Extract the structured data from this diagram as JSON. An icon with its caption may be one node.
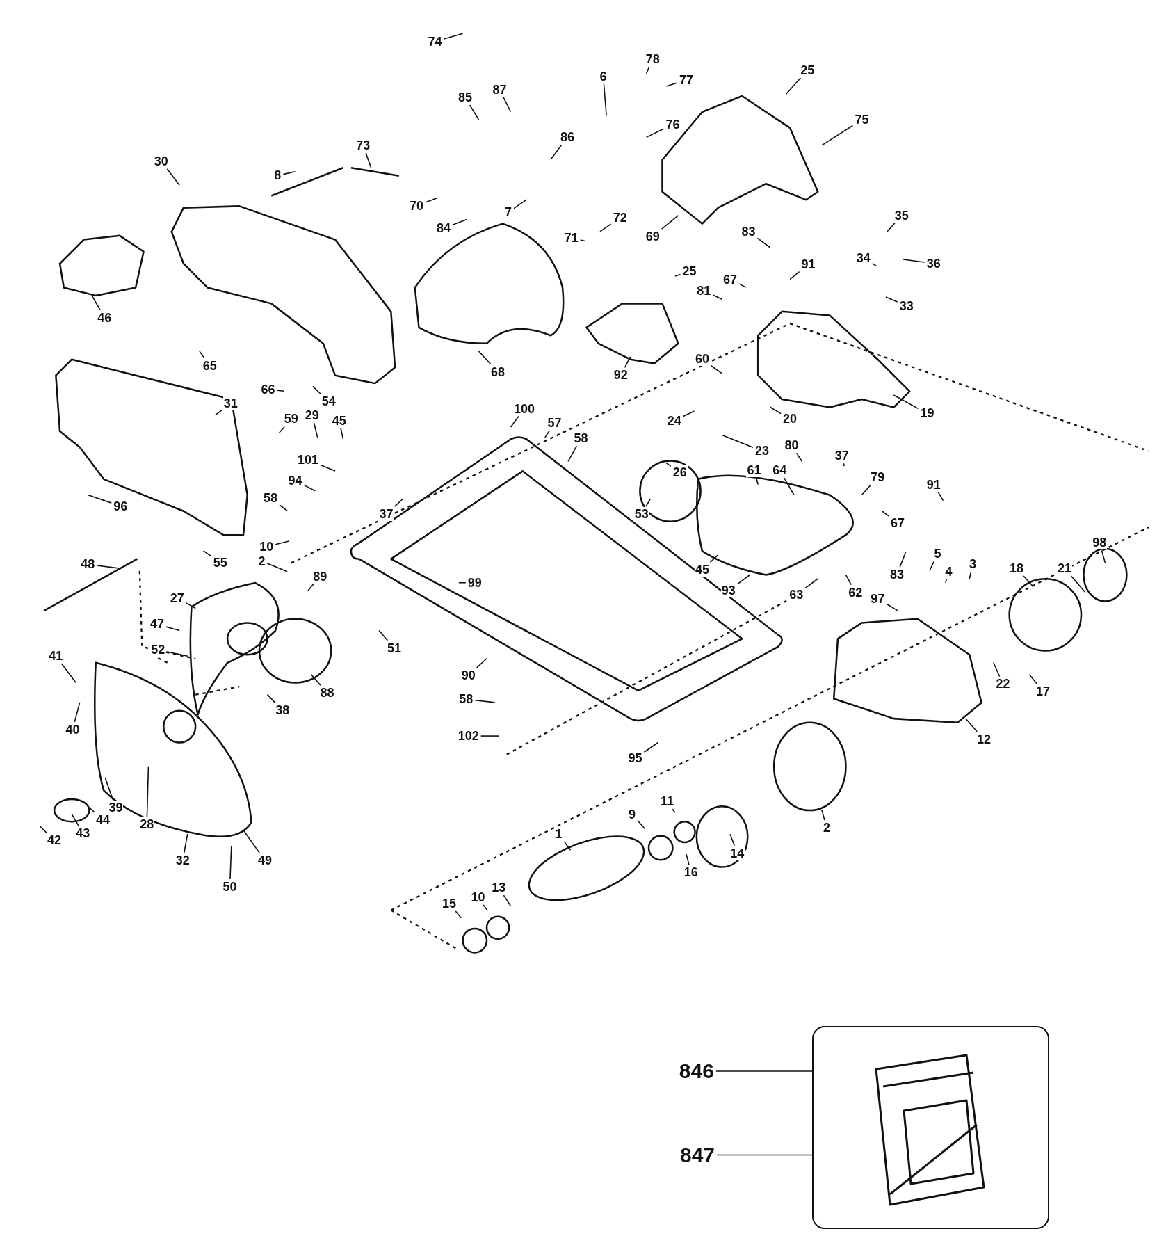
{
  "diagram": {
    "nodes": [
      {
        "text": [
          "74"
        ]
      },
      {
        "text": [
          "78"
        ]
      },
      {
        "text": [
          "77"
        ]
      },
      {
        "text": [
          "25"
        ]
      },
      {
        "text": [
          "85"
        ]
      },
      {
        "text": [
          "87"
        ]
      },
      {
        "text": [
          "6"
        ]
      },
      {
        "text": [
          "76"
        ]
      },
      {
        "text": [
          "75"
        ]
      },
      {
        "text": [
          "73"
        ]
      },
      {
        "text": [
          "86"
        ]
      },
      {
        "text": [
          "8"
        ]
      },
      {
        "text": [
          "30"
        ]
      },
      {
        "text": [
          "70"
        ]
      },
      {
        "text": [
          "7"
        ]
      },
      {
        "text": [
          "84"
        ]
      },
      {
        "text": [
          "72"
        ]
      },
      {
        "text": [
          "71"
        ]
      },
      {
        "text": [
          "69"
        ]
      },
      {
        "text": [
          "83"
        ]
      },
      {
        "text": [
          "35"
        ]
      },
      {
        "text": [
          "34"
        ]
      },
      {
        "text": [
          "36"
        ]
      },
      {
        "text": [
          "33"
        ]
      },
      {
        "text": [
          "46"
        ]
      },
      {
        "text": [
          "25"
        ]
      },
      {
        "text": [
          "91"
        ]
      },
      {
        "text": [
          "67"
        ]
      },
      {
        "text": [
          "81"
        ]
      },
      {
        "text": [
          "65"
        ]
      },
      {
        "text": [
          "68"
        ]
      },
      {
        "text": [
          "92"
        ]
      },
      {
        "text": [
          "60"
        ]
      },
      {
        "text": [
          "19"
        ]
      },
      {
        "text": [
          "66"
        ]
      },
      {
        "text": [
          "54"
        ]
      },
      {
        "text": [
          "59"
        ]
      },
      {
        "text": [
          "29"
        ]
      },
      {
        "text": [
          "31"
        ]
      },
      {
        "text": [
          "45"
        ]
      },
      {
        "text": [
          "24"
        ]
      },
      {
        "text": [
          "20"
        ]
      },
      {
        "text": [
          "100"
        ]
      },
      {
        "text": [
          "57"
        ]
      },
      {
        "text": [
          "58"
        ]
      },
      {
        "text": [
          "23"
        ]
      },
      {
        "text": [
          "26"
        ]
      },
      {
        "text": [
          "80"
        ]
      },
      {
        "text": [
          "37"
        ]
      },
      {
        "text": [
          "61"
        ]
      },
      {
        "text": [
          "64"
        ]
      },
      {
        "text": [
          "79"
        ]
      },
      {
        "text": [
          "91"
        ]
      },
      {
        "text": [
          "67"
        ]
      },
      {
        "text": [
          "101"
        ]
      },
      {
        "text": [
          "94"
        ]
      },
      {
        "text": [
          "96"
        ]
      },
      {
        "text": [
          "58"
        ]
      },
      {
        "text": [
          "37"
        ]
      },
      {
        "text": [
          "53"
        ]
      },
      {
        "text": [
          "45"
        ]
      },
      {
        "text": [
          "10"
        ]
      },
      {
        "text": [
          "2"
        ]
      },
      {
        "text": [
          "55"
        ]
      },
      {
        "text": [
          "48"
        ]
      },
      {
        "text": [
          "99"
        ]
      },
      {
        "text": [
          "89"
        ]
      },
      {
        "text": [
          "93"
        ]
      },
      {
        "text": [
          "63"
        ]
      },
      {
        "text": [
          "62"
        ]
      },
      {
        "text": [
          "83"
        ]
      },
      {
        "text": [
          "5"
        ]
      },
      {
        "text": [
          "4"
        ]
      },
      {
        "text": [
          "3"
        ]
      },
      {
        "text": [
          "18"
        ]
      },
      {
        "text": [
          "21"
        ]
      },
      {
        "text": [
          "98"
        ]
      },
      {
        "text": [
          "97"
        ]
      },
      {
        "text": [
          "27"
        ]
      },
      {
        "text": [
          "47"
        ]
      },
      {
        "text": [
          "52"
        ]
      },
      {
        "text": [
          "41"
        ]
      },
      {
        "text": [
          "51"
        ]
      },
      {
        "text": [
          "88"
        ]
      },
      {
        "text": [
          "38"
        ]
      },
      {
        "text": [
          "90"
        ]
      },
      {
        "text": [
          "22"
        ]
      },
      {
        "text": [
          "17"
        ]
      },
      {
        "text": [
          "40"
        ]
      },
      {
        "text": [
          "58"
        ]
      },
      {
        "text": [
          "12"
        ]
      },
      {
        "text": [
          "102"
        ]
      },
      {
        "text": [
          "95"
        ]
      },
      {
        "text": [
          "39"
        ]
      },
      {
        "text": [
          "28"
        ]
      },
      {
        "text": [
          "44"
        ]
      },
      {
        "text": [
          "43"
        ]
      },
      {
        "text": [
          "42"
        ]
      },
      {
        "text": [
          "32"
        ]
      },
      {
        "text": [
          "49"
        ]
      },
      {
        "text": [
          "50"
        ]
      },
      {
        "text": [
          "9"
        ]
      },
      {
        "text": [
          "11"
        ]
      },
      {
        "text": [
          "2"
        ]
      },
      {
        "text": [
          "14"
        ]
      },
      {
        "text": [
          "1"
        ]
      },
      {
        "text": [
          "16"
        ]
      },
      {
        "text": [
          "13"
        ]
      },
      {
        "text": [
          "10"
        ]
      },
      {
        "text": [
          "15"
        ]
      },
      {
        "text": [
          "846"
        ]
      },
      {
        "text": [
          "847"
        ]
      },
      {
        "text": [],
        "shape": "box"
      }
    ],
    "edges": [
      {
        "from": 0,
        "to": null,
        "arrow": "none"
      },
      {
        "from": 1,
        "to": null,
        "arrow": "none"
      },
      {
        "from": 2,
        "to": null,
        "arrow": "none"
      },
      {
        "from": 3,
        "to": null,
        "arrow": "none"
      },
      {
        "from": 4,
        "to": null,
        "arrow": "none"
      },
      {
        "from": 5,
        "to": null,
        "arrow": "none"
      },
      {
        "from": 6,
        "to": null,
        "arrow": "none"
      },
      {
        "from": 7,
        "to": null,
        "arrow": "none"
      },
      {
        "from": 8,
        "to": null,
        "arrow": "none"
      },
      {
        "from": 9,
        "to": null,
        "arrow": "none"
      },
      {
        "from": 10,
        "to": null,
        "arrow": "none"
      },
      {
        "from": 11,
        "to": null,
        "arrow": "none"
      },
      {
        "from": 12,
        "to": null,
        "arrow": "none"
      },
      {
        "from": 13,
        "to": null,
        "arrow": "none"
      },
      {
        "from": 14,
        "to": null,
        "arrow": "none"
      },
      {
        "from": 15,
        "to": null,
        "arrow": "none"
      },
      {
        "from": 16,
        "to": null,
        "arrow": "none"
      },
      {
        "from": 17,
        "to": null,
        "arrow": "none"
      },
      {
        "from": 18,
        "to": null,
        "arrow": "none"
      },
      {
        "from": 19,
        "to": null,
        "arrow": "none"
      },
      {
        "from": 20,
        "to": null,
        "arrow": "none"
      },
      {
        "from": 21,
        "to": null,
        "arrow": "none"
      },
      {
        "from": 22,
        "to": null,
        "arrow": "none"
      },
      {
        "from": 23,
        "to": null,
        "arrow": "none"
      },
      {
        "from": 24,
        "to": null,
        "arrow": "none"
      },
      {
        "from": 25,
        "to": null,
        "arrow": "none"
      },
      {
        "from": 26,
        "to": null,
        "arrow": "none"
      },
      {
        "from": 27,
        "to": null,
        "arrow": "none"
      },
      {
        "from": 28,
        "to": null,
        "arrow": "none"
      },
      {
        "from": 29,
        "to": null,
        "arrow": "none"
      },
      {
        "from": 30,
        "to": null,
        "arrow": "none"
      },
      {
        "from": 31,
        "to": null,
        "arrow": "none"
      },
      {
        "from": 32,
        "to": null,
        "arrow": "none"
      },
      {
        "from": 33,
        "to": null,
        "arrow": "none"
      },
      {
        "from": 34,
        "to": null,
        "arrow": "none"
      },
      {
        "from": 35,
        "to": null,
        "arrow": "none"
      },
      {
        "from": 36,
        "to": null,
        "arrow": "none"
      },
      {
        "from": 37,
        "to": null,
        "arrow": "none"
      },
      {
        "from": 38,
        "to": null,
        "arrow": "none"
      },
      {
        "from": 39,
        "to": null,
        "arrow": "none"
      },
      {
        "from": 40,
        "to": null,
        "arrow": "none"
      },
      {
        "from": 41,
        "to": null,
        "arrow": "none"
      },
      {
        "from": 42,
        "to": null,
        "arrow": "none"
      },
      {
        "from": 43,
        "to": null,
        "arrow": "none"
      },
      {
        "from": 44,
        "to": null,
        "arrow": "none"
      },
      {
        "from": 45,
        "to": null,
        "arrow": "none"
      },
      {
        "from": 46,
        "to": null,
        "arrow": "none"
      },
      {
        "from": 47,
        "to": null,
        "arrow": "none"
      },
      {
        "from": 48,
        "to": null,
        "arrow": "none"
      },
      {
        "from": 49,
        "to": null,
        "arrow": "none"
      },
      {
        "from": 50,
        "to": null,
        "arrow": "none"
      },
      {
        "from": 51,
        "to": null,
        "arrow": "none"
      },
      {
        "from": 52,
        "to": null,
        "arrow": "none"
      },
      {
        "from": 53,
        "to": null,
        "arrow": "none"
      },
      {
        "from": 54,
        "to": null,
        "arrow": "none"
      },
      {
        "from": 55,
        "to": null,
        "arrow": "none"
      },
      {
        "from": 56,
        "to": null,
        "arrow": "none"
      },
      {
        "from": 57,
        "to": null,
        "arrow": "none"
      },
      {
        "from": 58,
        "to": null,
        "arrow": "none"
      },
      {
        "from": 59,
        "to": null,
        "arrow": "none"
      },
      {
        "from": 60,
        "to": null,
        "arrow": "none"
      },
      {
        "from": 61,
        "to": null,
        "arrow": "none"
      },
      {
        "from": 62,
        "to": null,
        "arrow": "none"
      },
      {
        "from": 63,
        "to": null,
        "arrow": "none"
      },
      {
        "from": 64,
        "to": null,
        "arrow": "none"
      },
      {
        "from": 65,
        "to": null,
        "arrow": "none"
      },
      {
        "from": 66,
        "to": null,
        "arrow": "none"
      },
      {
        "from": 67,
        "to": null,
        "arrow": "none"
      },
      {
        "from": 68,
        "to": null,
        "arrow": "none"
      },
      {
        "from": 69,
        "to": null,
        "arrow": "none"
      },
      {
        "from": 70,
        "to": null,
        "arrow": "none"
      },
      {
        "from": 71,
        "to": null,
        "arrow": "none"
      },
      {
        "from": 72,
        "to": null,
        "arrow": "none"
      },
      {
        "from": 73,
        "to": null,
        "arrow": "none"
      },
      {
        "from": 74,
        "to": null,
        "arrow": "none"
      },
      {
        "from": 75,
        "to": null,
        "arrow": "none"
      },
      {
        "from": 76,
        "to": null,
        "arrow": "none"
      },
      {
        "from": 77,
        "to": null,
        "arrow": "none"
      },
      {
        "from": 78,
        "to": null,
        "arrow": "none"
      },
      {
        "from": 79,
        "to": null,
        "arrow": "none"
      },
      {
        "from": 80,
        "to": null,
        "arrow": "none"
      },
      {
        "from": 81,
        "to": null,
        "arrow": "none"
      },
      {
        "from": 82,
        "to": null,
        "arrow": "none"
      },
      {
        "from": 83,
        "to": null,
        "arrow": "none"
      },
      {
        "from": 84,
        "to": null,
        "arrow": "none"
      },
      {
        "from": 85,
        "to": null,
        "arrow": "none"
      },
      {
        "from": 86,
        "to": null,
        "arrow": "none"
      },
      {
        "from": 87,
        "to": null,
        "arrow": "none"
      },
      {
        "from": 88,
        "to": null,
        "arrow": "none"
      },
      {
        "from": 89,
        "to": null,
        "arrow": "none"
      },
      {
        "from": 90,
        "to": null,
        "arrow": "none"
      },
      {
        "from": 91,
        "to": null,
        "arrow": "none"
      },
      {
        "from": 92,
        "to": null,
        "arrow": "none"
      },
      {
        "from": 93,
        "to": null,
        "arrow": "none"
      },
      {
        "from": 94,
        "to": null,
        "arrow": "none"
      },
      {
        "from": 95,
        "to": null,
        "arrow": "none"
      },
      {
        "from": 96,
        "to": null,
        "arrow": "none"
      },
      {
        "from": 97,
        "to": null,
        "arrow": "none"
      },
      {
        "from": 98,
        "to": null,
        "arrow": "none"
      },
      {
        "from": 99,
        "to": null,
        "arrow": "none"
      },
      {
        "from": 100,
        "to": null,
        "arrow": "none"
      },
      {
        "from": 101,
        "to": null,
        "arrow": "none"
      },
      {
        "from": 102,
        "to": null,
        "arrow": "none"
      },
      {
        "from": 103,
        "to": null,
        "arrow": "none"
      },
      {
        "from": 104,
        "to": null,
        "arrow": "none"
      },
      {
        "from": 105,
        "to": null,
        "arrow": "none"
      },
      {
        "from": 106,
        "to": null,
        "arrow": "none"
      },
      {
        "from": 107,
        "to": null,
        "arrow": "none"
      },
      {
        "from": 108,
        "to": null,
        "arrow": "none"
      },
      {
        "from": 109,
        "to": null,
        "arrow": "none"
      },
      {
        "from": 110,
        "to": 112,
        "arrow": "none"
      },
      {
        "from": 111,
        "to": 112,
        "arrow": "none"
      }
    ]
  }
}
